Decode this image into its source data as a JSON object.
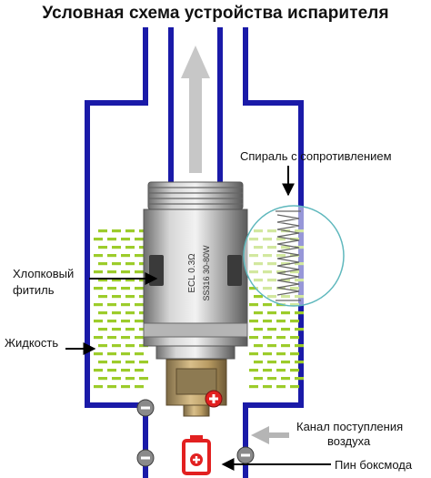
{
  "title": "Условная схема устройства испарителя",
  "labels": {
    "coil": "Спираль с сопротивлением",
    "wick_line1": "Хлопковый",
    "wick_line2": "фитиль",
    "liquid": "Жидкость",
    "airflow_line1": "Канал поступления",
    "airflow_line2": "воздуха",
    "pin": "Пин боксмода"
  },
  "coil_markings": {
    "line1": "ECL 0.3Ω",
    "line2": "SS316 30-80W"
  },
  "colors": {
    "tank_walls": "#1a1aa8",
    "liquid": "#9ccc2a",
    "arrow_airflow_out": "#c7c7c7",
    "arrow_airflow_in": "#b5b5b5",
    "pointer_arrows": "#000000",
    "callout_circle": "#5fb8bd",
    "polarity_red": "#e22020",
    "polarity_grey": "#8a8a8a",
    "metal": "#9a9a9a",
    "brass": "#c9a86a"
  },
  "icons": {
    "plus": "plus-icon",
    "minus": "minus-icon"
  }
}
